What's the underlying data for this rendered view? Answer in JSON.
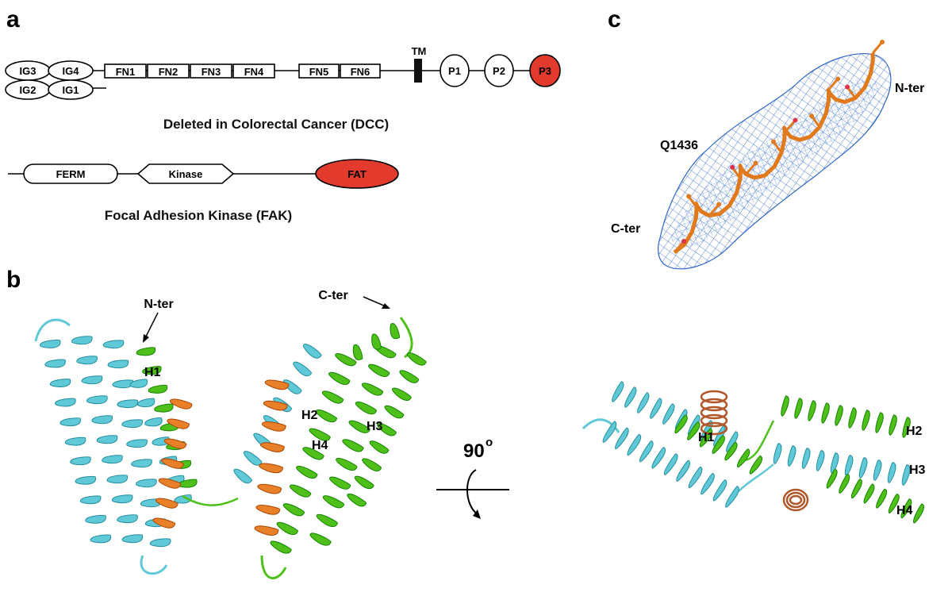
{
  "panels": {
    "a": "a",
    "b": "b",
    "c": "c"
  },
  "colors": {
    "cyan": "#5fc9d8",
    "green": "#4fbf1a",
    "orange": "#e8802a",
    "red": "#e23a2d",
    "mesh": "#2f66c8",
    "stick": "#e07a1c"
  },
  "dcc": {
    "ig": [
      "IG3",
      "IG4",
      "IG2",
      "IG1"
    ],
    "fn_left": [
      "FN1",
      "FN2",
      "FN3",
      "FN4"
    ],
    "fn_right": [
      "FN5",
      "FN6"
    ],
    "tm": "TM",
    "p": [
      "P1",
      "P2",
      "P3"
    ],
    "caption": "Deleted in Colorectal Cancer (DCC)"
  },
  "fak": {
    "domains": [
      "FERM",
      "Kinase",
      "FAT"
    ],
    "caption": "Focal Adhesion Kinase (FAK)"
  },
  "panel_b": {
    "nter": "N-ter",
    "cter": "C-ter",
    "helices": [
      "H1",
      "H2",
      "H3",
      "H4"
    ],
    "rotation": "90",
    "rotation_unit": "o"
  },
  "panel_c": {
    "nter": "N-ter",
    "cter": "C-ter",
    "residue": "Q1436",
    "helices": [
      "H1",
      "H2",
      "H3",
      "H4"
    ]
  }
}
